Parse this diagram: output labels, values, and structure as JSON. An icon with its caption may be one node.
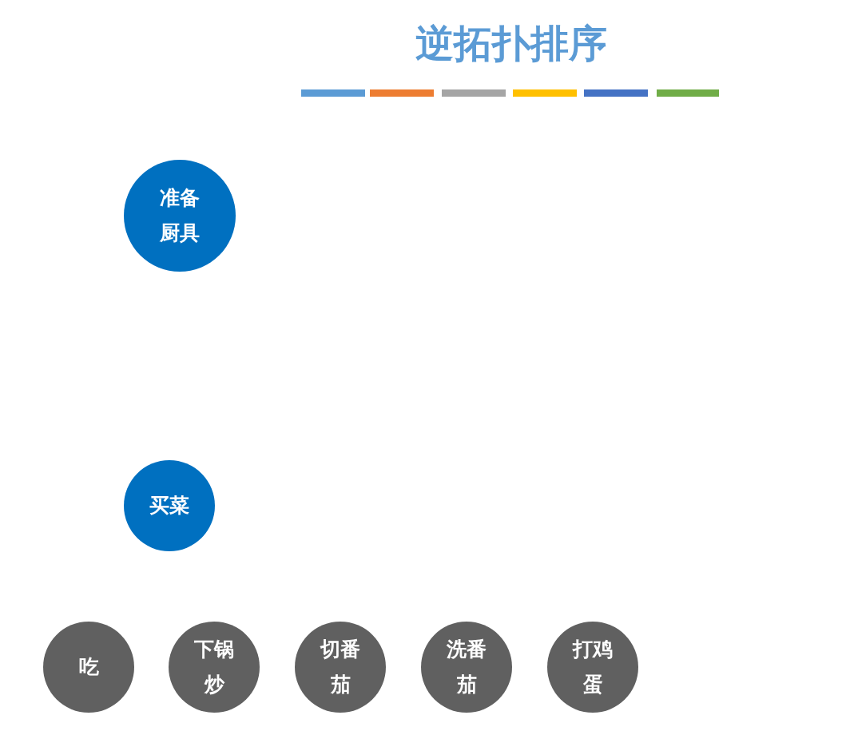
{
  "diagram": {
    "title": "逆拓扑排序",
    "nodes": [
      {
        "text": [
          "准备厨具"
        ]
      },
      {
        "text": [
          "买菜"
        ]
      },
      {
        "text": [
          "吃"
        ]
      },
      {
        "text": [
          "下锅炒"
        ]
      },
      {
        "text": [
          "切番茄"
        ]
      },
      {
        "text": [
          "洗番茄"
        ]
      },
      {
        "text": [
          "打鸡蛋"
        ]
      }
    ]
  }
}
